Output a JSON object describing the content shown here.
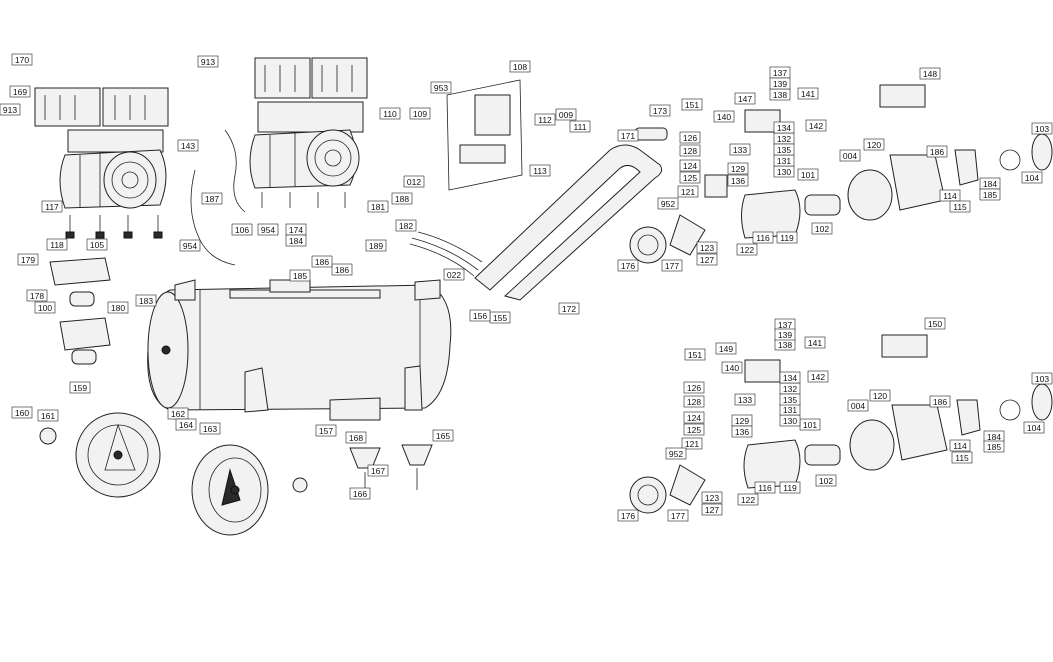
{
  "diagram": {
    "labels": [
      "170",
      "169",
      "913",
      "117",
      "118",
      "105",
      "179",
      "178",
      "100",
      "180",
      "183",
      "143",
      "187",
      "106",
      "954",
      "174",
      "184",
      "185",
      "186",
      "181",
      "188",
      "182",
      "012",
      "189",
      "022",
      "110",
      "109",
      "953",
      "108",
      "112",
      "009",
      "111",
      "113",
      "171",
      "173",
      "156",
      "155",
      "172",
      "159",
      "160",
      "161",
      "162",
      "164",
      "163",
      "157",
      "168",
      "167",
      "166",
      "165",
      "151",
      "126",
      "128",
      "124",
      "125",
      "121",
      "952",
      "176",
      "177",
      "127",
      "123",
      "122",
      "116",
      "119",
      "101",
      "102",
      "004",
      "120",
      "186b",
      "148",
      "103",
      "104",
      "184b",
      "185b",
      "114",
      "115",
      "140",
      "147",
      "137",
      "139",
      "138",
      "141",
      "142",
      "133",
      "134",
      "132",
      "135",
      "131",
      "130",
      "129",
      "136",
      "149",
      "150"
    ],
    "text": {
      "170": "170",
      "169": "169",
      "913": "913",
      "117": "117",
      "118": "118",
      "105": "105",
      "179": "179",
      "178": "178",
      "100": "100",
      "180": "180",
      "183": "183",
      "143": "143",
      "187": "187",
      "106": "106",
      "954": "954",
      "174": "174",
      "184": "184",
      "185": "185",
      "186": "186",
      "181": "181",
      "188": "188",
      "182": "182",
      "012": "012",
      "189": "189",
      "022": "022",
      "110": "110",
      "109": "109",
      "953": "953",
      "108": "108",
      "112": "112",
      "009": "009",
      "111": "111",
      "113": "113",
      "171": "171",
      "173": "173",
      "156": "156",
      "155": "155",
      "172": "172",
      "159": "159",
      "160": "160",
      "161": "161",
      "162": "162",
      "164": "164",
      "163": "163",
      "157": "157",
      "168": "168",
      "167": "167",
      "166": "166",
      "165": "165",
      "151": "151",
      "126": "126",
      "128": "128",
      "124": "124",
      "125": "125",
      "121": "121",
      "952": "952",
      "176": "176",
      "177": "177",
      "127": "127",
      "123": "123",
      "122": "122",
      "116": "116",
      "119": "119",
      "101": "101",
      "102": "102",
      "004": "004",
      "120": "120",
      "148": "148",
      "103": "103",
      "104": "104",
      "114": "114",
      "115": "115",
      "140": "140",
      "147": "147",
      "137": "137",
      "139": "139",
      "138": "138",
      "141": "141",
      "142": "142",
      "133": "133",
      "134": "134",
      "132": "132",
      "135": "135",
      "131": "131",
      "130": "130",
      "129": "129",
      "136": "136",
      "149": "149",
      "150": "150"
    }
  }
}
